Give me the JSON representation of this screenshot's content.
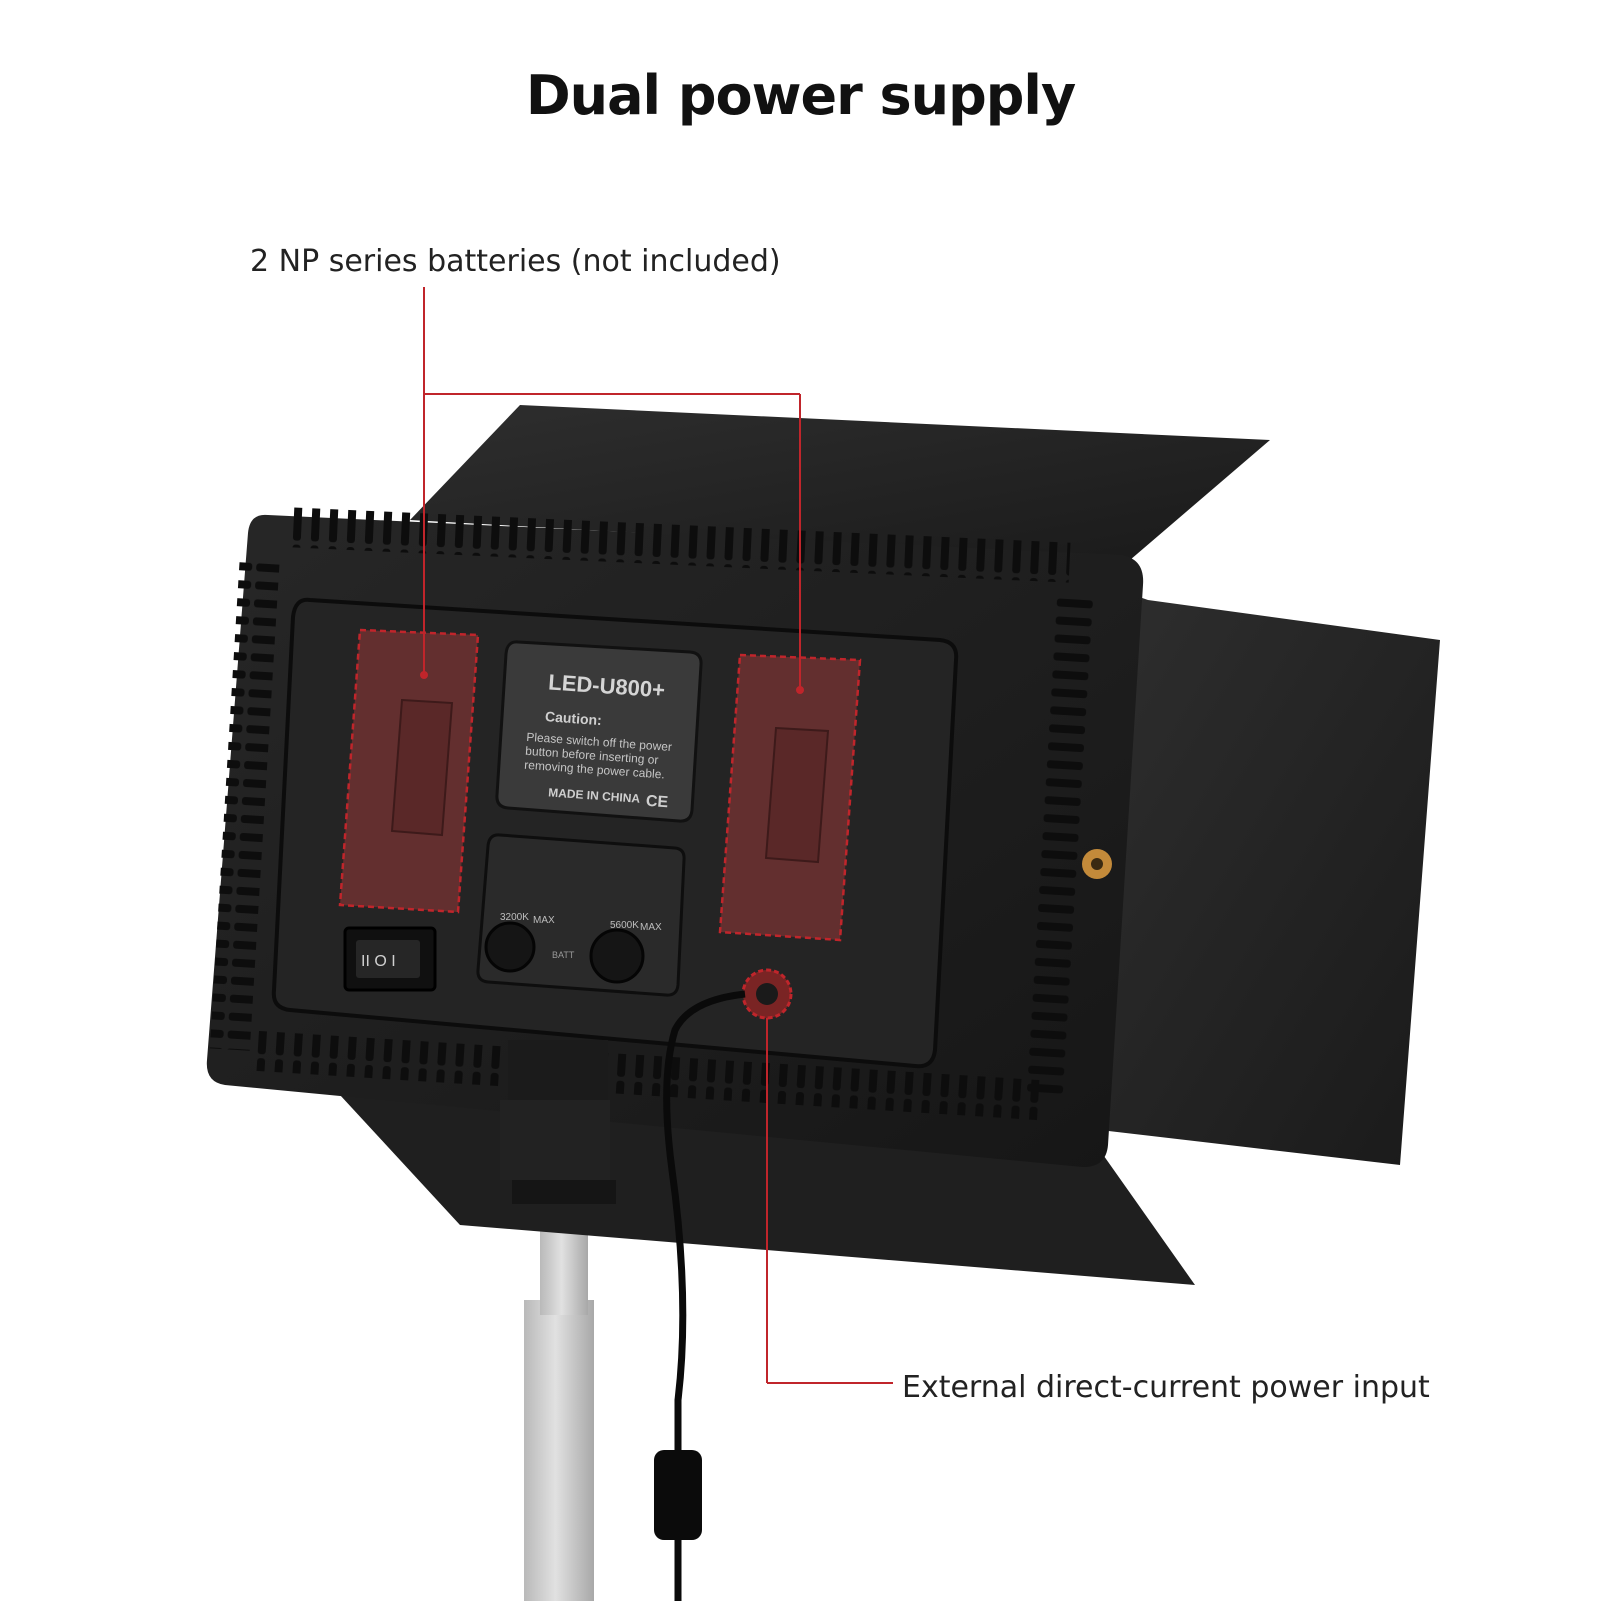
{
  "headline": "Dual power supply",
  "callouts": {
    "batteries": "2 NP series batteries (not included)",
    "dc_input": "External direct-current power input"
  },
  "panel": {
    "model": "LED-U800+",
    "caution_title": "Caution:",
    "caution_lines": [
      "Please switch off the power",
      "button before inserting or",
      "removing the power cable."
    ],
    "made_in": "MADE IN CHINA",
    "ce_mark": "CE",
    "knob_left_label": "3200K",
    "knob_right_label": "5600K",
    "max_label": "MAX",
    "batt_label": "BATT",
    "switch_symbol": "II O I"
  },
  "colors": {
    "accent_red": "#c0252b",
    "panel_dark": "#1c1c1c",
    "barndoor": "#262626",
    "battery_fill": "#6e3131",
    "stand": "#c8c8c8"
  }
}
